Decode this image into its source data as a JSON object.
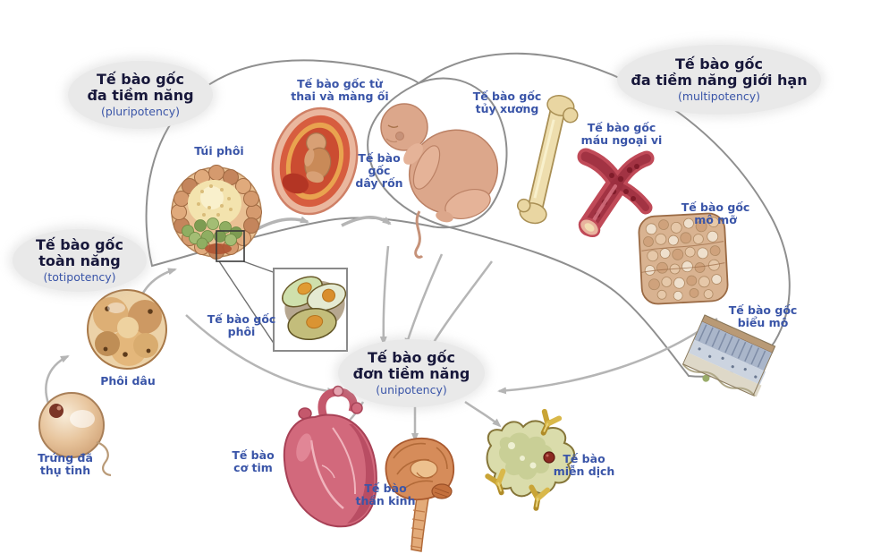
{
  "stages": {
    "totipotency": {
      "title": "Tế bào gốc\ntoàn năng",
      "subtitle": "(totipotency)"
    },
    "pluripotency": {
      "title": "Tế bào gốc\nđa tiềm năng",
      "subtitle": "(pluripotency)"
    },
    "multipotency": {
      "title": "Tế bào gốc\nđa tiềm năng giới hạn",
      "subtitle": "(multipotency)"
    },
    "unipotency": {
      "title": "Tế bào gốc\nđơn tiềm năng",
      "subtitle": "(unipotency)"
    }
  },
  "labels": {
    "fertilized_egg": "Trứng đã\nthụ tinh",
    "morula": "Phôi dâu",
    "blastocyst": "Túi phôi",
    "embryonic_stem_cells": "Tế bào gốc\nphôi",
    "fetal_amniotic": "Tế bào gốc từ\nthai và màng ối",
    "umbilical_cord": "Tế bào\ngốc\ndây rốn",
    "bone_marrow": "Tế bào gốc\ntủy xương",
    "peripheral_blood": "Tế bào gốc\nmáu ngoại vi",
    "adipose": "Tế bào gốc\nmô mỡ",
    "epithelial": "Tế bào gốc\nbiểu mô",
    "cardiac_muscle": "Tế bào\ncơ tim",
    "neural": "Tế bào\nthần kinh",
    "immune": "Tế bào\nmiễn dịch"
  },
  "colors": {
    "label_blue": "#3a55a8",
    "title_dark": "#17173a",
    "bubble_bg": "#e9e9e9",
    "arrow_gray": "#b5b5b5",
    "outline_gray": "#8f8f8f"
  }
}
